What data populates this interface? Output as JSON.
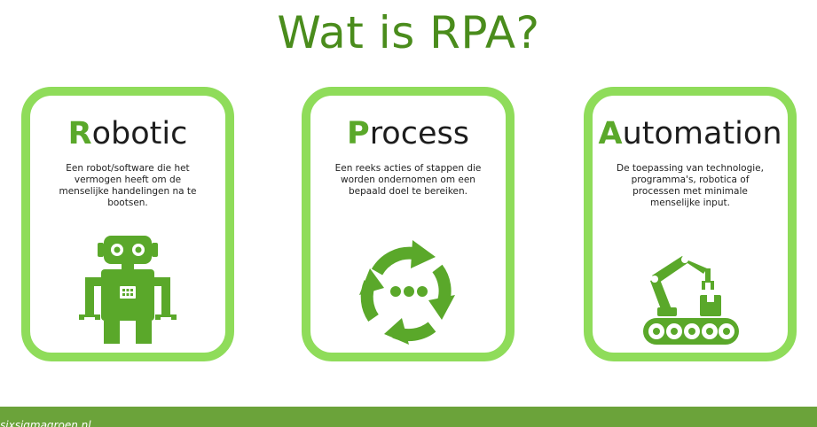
{
  "slide": {
    "title": "Wat is RPA?"
  },
  "cards": [
    {
      "first_letter": "R",
      "rest": "obotic",
      "description": "Een robot/software die het vermogen heeft om de menselijke handelingen na te bootsen.",
      "icon": "robot-icon"
    },
    {
      "first_letter": "P",
      "rest": "rocess",
      "description": "Een reeks acties of stappen die worden ondernomen om een bepaald doel te bereiken.",
      "icon": "process-cycle-icon"
    },
    {
      "first_letter": "A",
      "rest": "utomation",
      "description": "De toepassing van technologie, programma's, robotica of processen met minimale menselijke input.",
      "icon": "robotic-arm-conveyor-icon"
    }
  ],
  "footer": {
    "url": "sixsigmagroen.nl"
  },
  "colors": {
    "title": "#4a8c1c",
    "card_border": "#8fdc5a",
    "icon_green": "#5aa82a",
    "footer_bg": "#6ba33a"
  }
}
